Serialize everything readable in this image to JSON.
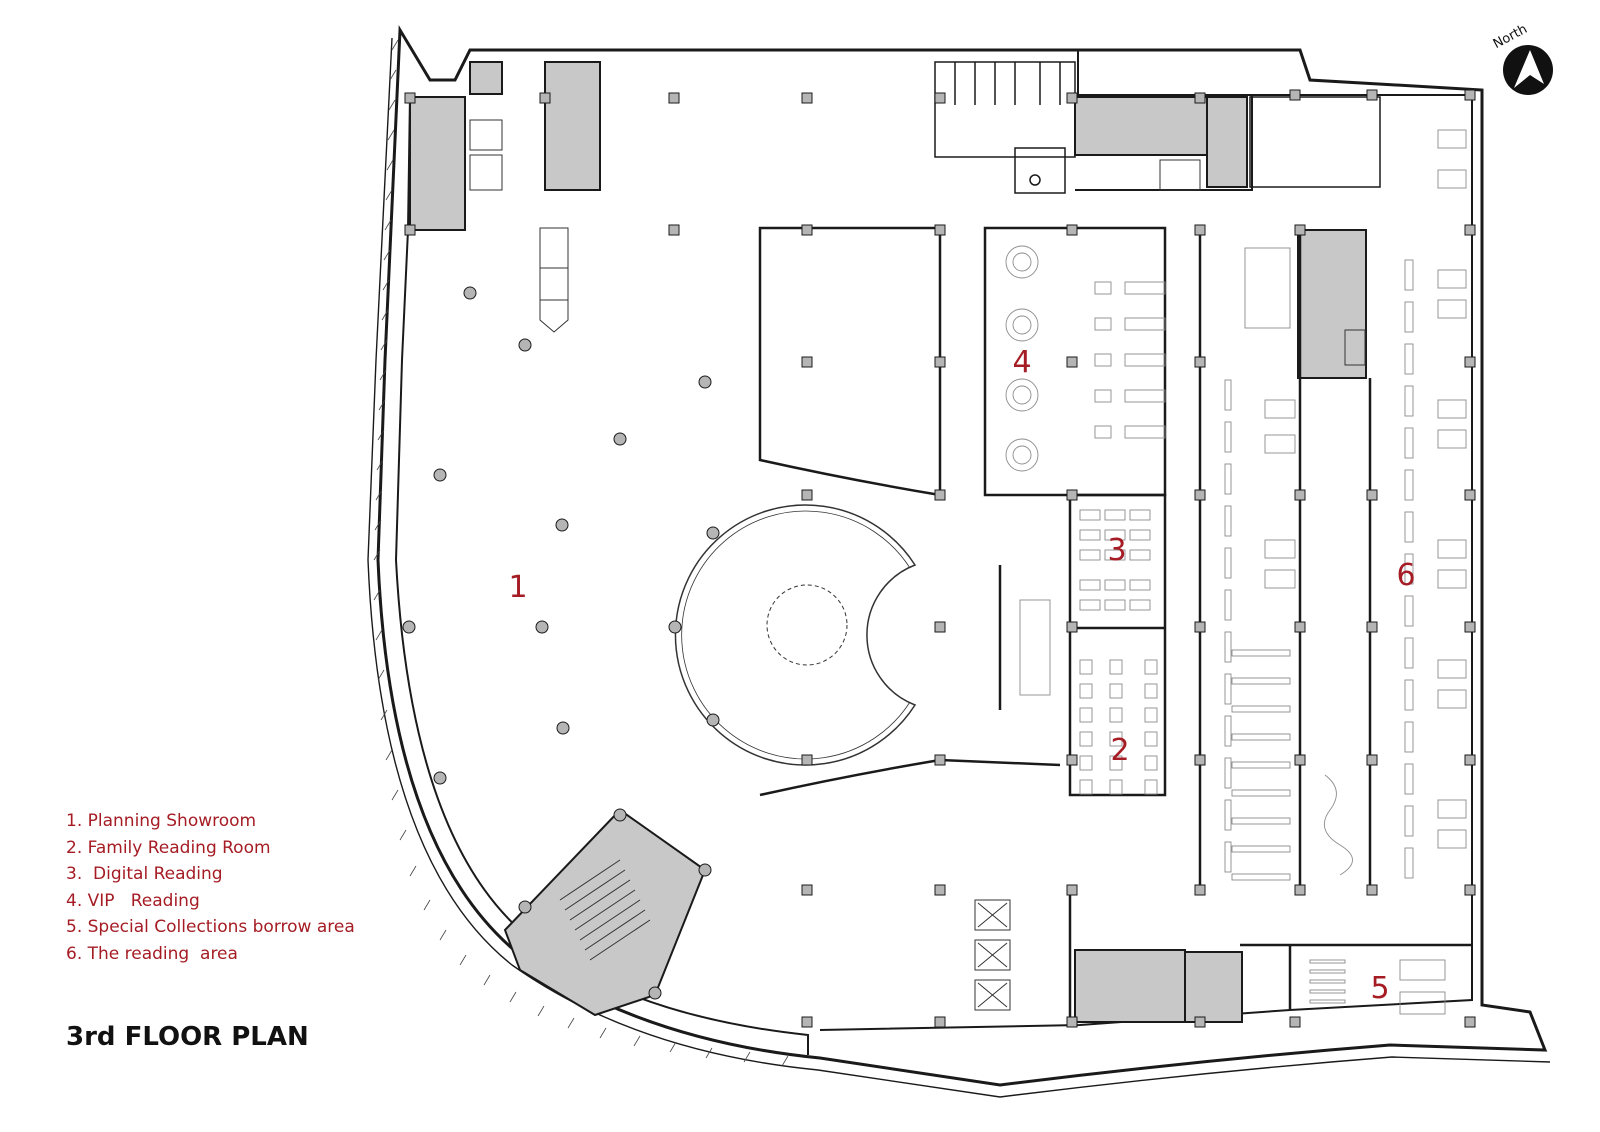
{
  "title": "3rd FLOOR PLAN",
  "north_label": "North",
  "legend": [
    "1. Planning Showroom",
    "2. Family Reading Room",
    "3.  Digital Reading",
    "4. VIP   Reading",
    "5. Special Collections borrow area",
    "6. The reading  area"
  ],
  "room_numbers": [
    "1",
    "2",
    "3",
    "4",
    "5",
    "6"
  ],
  "colors": {
    "wall": "#1a1a1a",
    "core": "#c8c8c8",
    "label": "#a51c24",
    "furniture": "#9a9a9a"
  }
}
